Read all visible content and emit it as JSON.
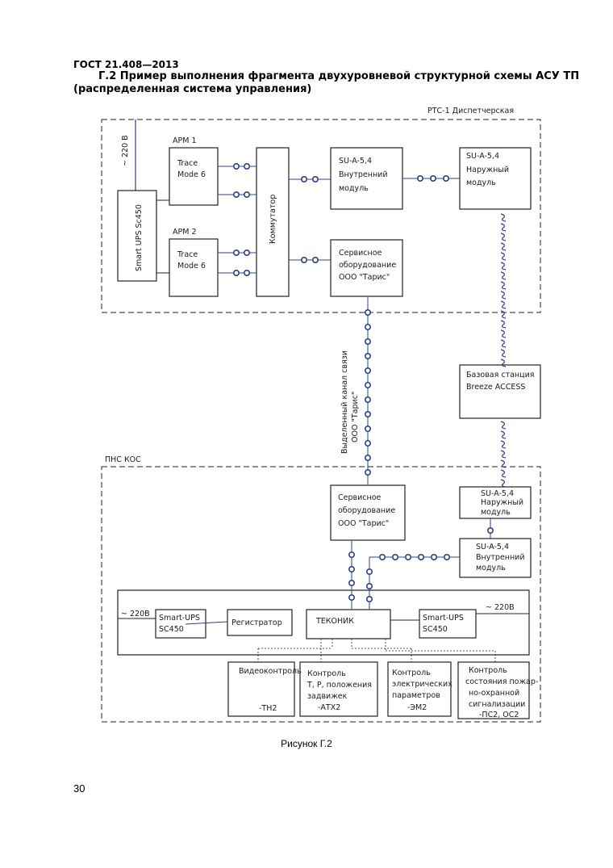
{
  "header": {
    "standard": "ГОСТ 21.408—2013",
    "title_line1": "Г.2 Пример выполнения фрагмента двухуровневой структурной схемы АСУ ТП",
    "title_line2": "(распределенная система управления)"
  },
  "diagram": {
    "top_area_label": "РТС-1 Диспетчерская",
    "bottom_area_label": "ПНС КОС",
    "power_220_top": "~ 220 В",
    "ups_top": "Smart UPS Sc450",
    "arm1": "АРМ 1",
    "arm2": "АРМ 2",
    "trace1_line1": "Trace",
    "trace1_line2": "Mode 6",
    "trace2_line1": "Trace",
    "trace2_line2": "Mode 6",
    "switch": "Коммутатор",
    "su_inner_top": [
      "SU-A-5,4",
      "Внутренний",
      "модуль"
    ],
    "su_outer_top": [
      "SU-A-5,4",
      "Наружный",
      "модуль"
    ],
    "service_top": [
      "Сервисное",
      "оборудование",
      "ООО \"Тарис\""
    ],
    "channel": [
      "Выделенный канал связи",
      "ООО \"Тарис\""
    ],
    "base_station": [
      "Базовая станция",
      "Breeze ACCESS"
    ],
    "service_bottom": [
      "Сервисное",
      "оборудование",
      "ООО \"Тарис\""
    ],
    "su_outer_bottom": [
      "SU-A-5,4",
      "Наружный",
      "модуль"
    ],
    "su_inner_bottom": [
      "SU-A-5,4",
      "Внутренний",
      "модуль"
    ],
    "power_220_left": "~ 220В",
    "ups_left": [
      "Smart-UPS",
      "SC450"
    ],
    "registrar": "Регистратор",
    "tekonik": "ТЕКОНИК",
    "ups_right": [
      "Smart-UPS",
      "SC450"
    ],
    "power_220_right": "~ 220В",
    "video": [
      "Видеоконтроль",
      "-ТН2"
    ],
    "control_tp": [
      "Контроль",
      "Т, Р, положения",
      "задвижек",
      "-АТХ2"
    ],
    "control_el": [
      "Контроль",
      "электрических",
      "параметров",
      "-ЭМ2"
    ],
    "control_alarm": [
      "Контроль",
      "состояния пожар-",
      "но-охранной",
      "сигнализации",
      "-ПС2, ОС2"
    ]
  },
  "caption": "Рисунок Г.2",
  "page_number": "30",
  "colors": {
    "link": "#2b3f8f",
    "line": "#222222"
  }
}
